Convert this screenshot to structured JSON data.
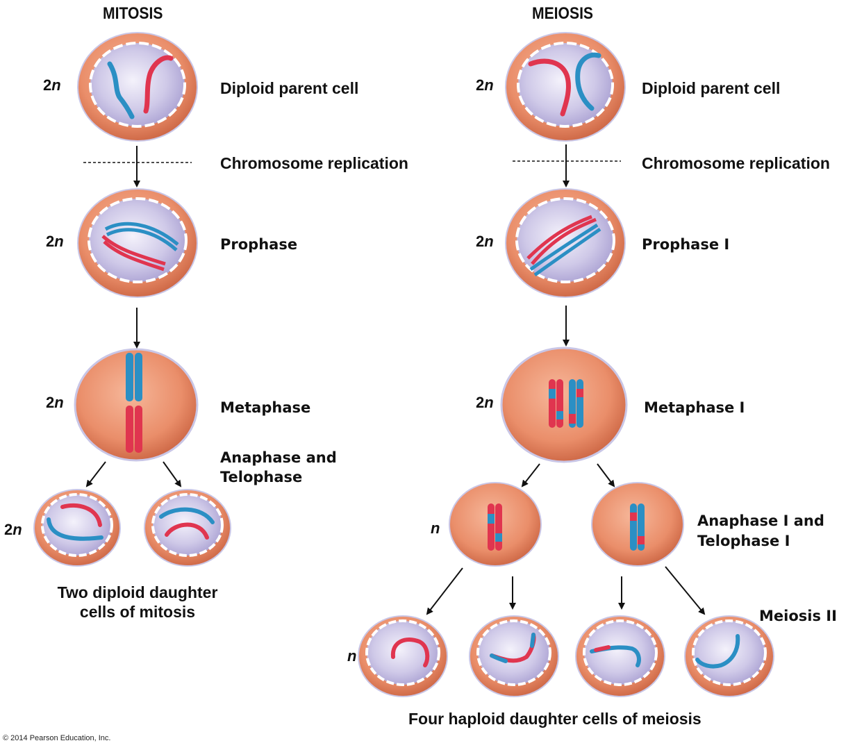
{
  "headers": {
    "mitosis": "MITOSIS",
    "meiosis": "MEIOSIS"
  },
  "mitosis": {
    "diploid_parent": "Diploid parent cell",
    "replication": "Chromosome replication",
    "prophase": "Prophase",
    "metaphase": "Metaphase",
    "anaphase_line1": "Anaphase and",
    "anaphase_line2": "Telophase",
    "result_line1": "Two diploid daughter",
    "result_line2": "cells of mitosis"
  },
  "meiosis": {
    "diploid_parent": "Diploid parent cell",
    "replication": "Chromosome replication",
    "prophase": "Prophase I",
    "metaphase": "Metaphase I",
    "anaphase_line1": "Anaphase I and",
    "anaphase_line2": "Telophase I",
    "meiosis2": "Meiosis II",
    "result": "Four haploid daughter cells of meiosis"
  },
  "ploidy": {
    "diploid_num": "2",
    "haploid_sym": "n"
  },
  "credit": "© 2014 Pearson Education, Inc.",
  "colors": {
    "chromosome_red": "#e0354f",
    "chromosome_blue": "#2b8fc4",
    "cell_outer": "#e98a66",
    "nucleus": "#d6d2ec"
  }
}
